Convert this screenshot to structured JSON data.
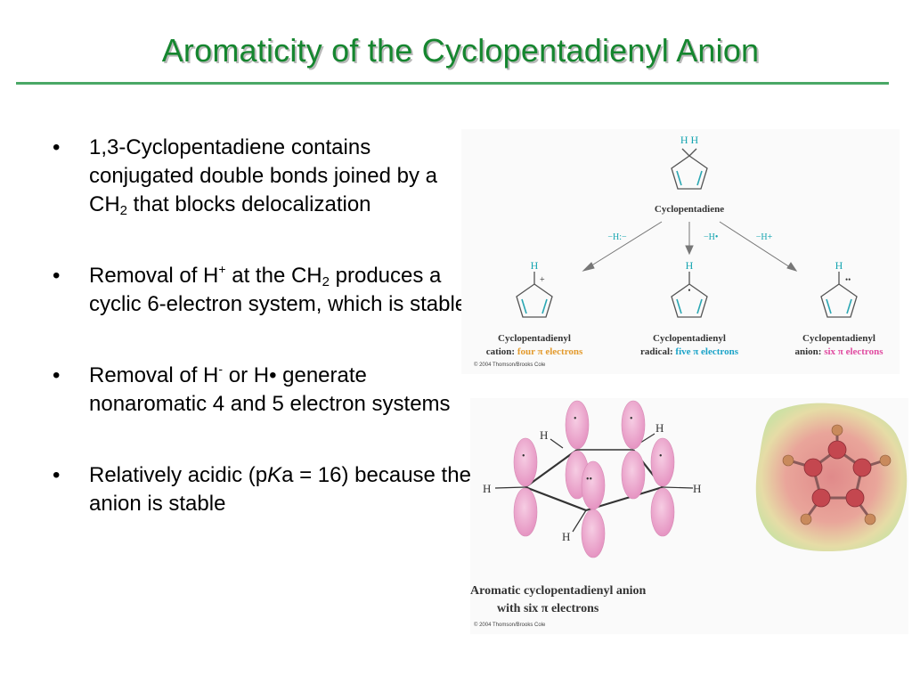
{
  "slide": {
    "title": "Aromaticity of the Cyclopentadienyl Anion"
  },
  "bullets": [
    {
      "bullet": "•",
      "text_a": "1,3-Cyclopentadiene contains conjugated double bonds joined by a CH",
      "sub": "2",
      "text_b": " that blocks delocalization"
    },
    {
      "bullet": "•",
      "text_a": "Removal of H",
      "sup": "+",
      "text_b": " at the CH",
      "sub": "2",
      "text_c": " produces a cyclic 6-electron system, which is stable"
    },
    {
      "bullet": "•",
      "text_a": "Removal of H",
      "sup": "-",
      "text_b": " or H• generate nonaromatic 4 and 5 electron systems"
    },
    {
      "bullet": "•",
      "text_a": "Relatively acidic (p",
      "italic": "K",
      "text_b": "a = 16) because the anion is stable"
    }
  ],
  "figure_top": {
    "top_hh": "H  H",
    "top_name": "Cyclopentadiene",
    "arrow_left_label": "−H:−",
    "arrow_mid_label": "−H•",
    "arrow_right_label": "−H+",
    "h_label": "H",
    "cation_charge": "+",
    "radical_dot": "•",
    "anion_pair": "••",
    "cation_name": "Cyclopentadienyl",
    "cation_desc_prefix": "cation: ",
    "cation_desc": "four π electrons",
    "radical_name": "Cyclopentadienyl",
    "radical_desc_prefix": "radical: ",
    "radical_desc": "five π electrons",
    "anion_name": "Cyclopentadienyl",
    "anion_desc_prefix": "anion: ",
    "anion_desc": "six π electrons",
    "copyright": "© 2004 Thomson/Brooks Cole",
    "colors": {
      "ring_bonds": "#2aa7b3",
      "h_label": "#14a4b0",
      "cation_desc": "#e39a2c",
      "radical_desc": "#1aa3c8",
      "anion_desc": "#e04aa0"
    }
  },
  "figure_bottom": {
    "h_label": "H",
    "lobe_dot": "•",
    "lobe_pair": "••",
    "caption_line1": "Aromatic cyclopentadienyl anion",
    "caption_line2": "with six π electrons",
    "copyright": "© 2004 Thomson/Brooks Cole",
    "colors": {
      "orbital": "#e8a0c8",
      "map_outer": "#e8e6a8",
      "map_inner": "#e49090",
      "carbon": "#c4474f",
      "hydrogen": "#c98a5c"
    }
  }
}
